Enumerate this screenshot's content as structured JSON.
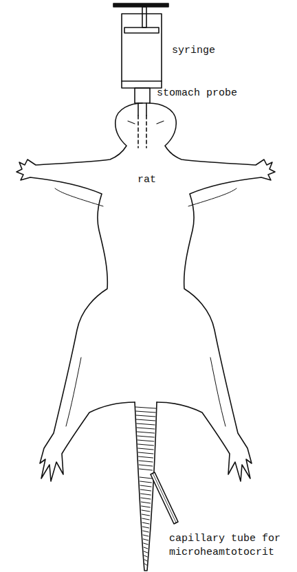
{
  "diagram": {
    "labels": [
      "syringe",
      "stomach probe",
      "rat",
      "capillary tube for microheamtotocrit"
    ]
  }
}
